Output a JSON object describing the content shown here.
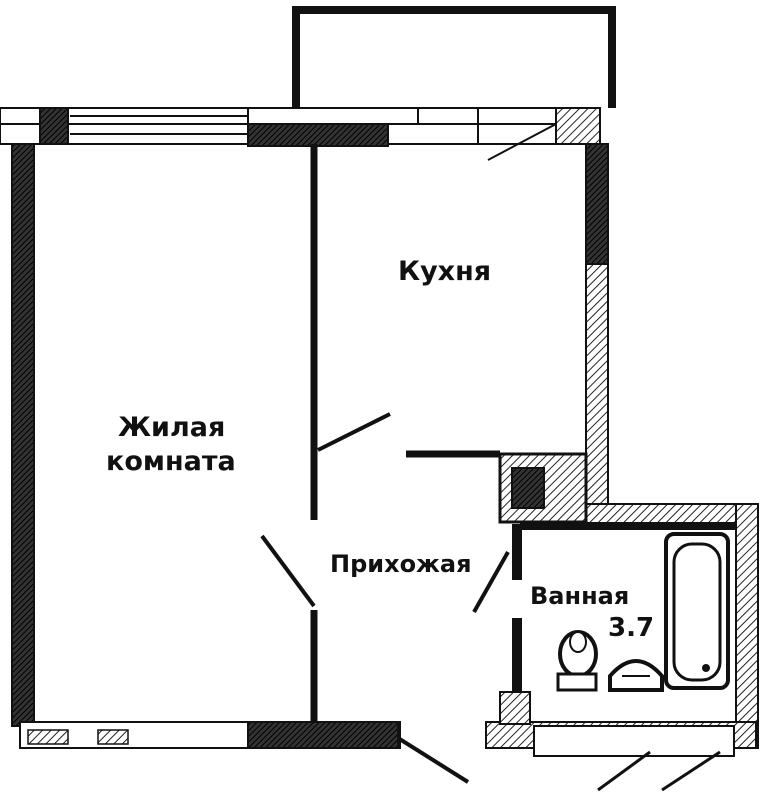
{
  "plan": {
    "rooms": {
      "living": {
        "line1": "Жилая",
        "line2": "комната"
      },
      "kitchen": {
        "label": "Кухня"
      },
      "hallway": {
        "label": "Прихожая"
      },
      "bathroom": {
        "label": "Ванная",
        "area": "3.7"
      }
    },
    "colors": {
      "ink": "#111111",
      "paper": "#ffffff",
      "hatch": "#222222"
    }
  }
}
